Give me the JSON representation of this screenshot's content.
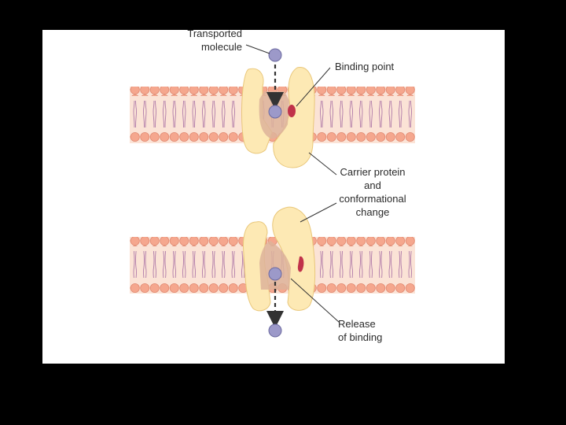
{
  "labels": {
    "transported_line1": "Transported",
    "transported_line2": "molecule",
    "binding_point": "Binding point",
    "carrier_line1": "Carrier protein",
    "carrier_line2": "and",
    "carrier_line3": "conformational",
    "carrier_line4": "change",
    "release_line1": "Release",
    "release_line2": "of binding"
  },
  "colors": {
    "background": "#000000",
    "panel": "#ffffff",
    "phospholipid_head": "#f5a78e",
    "lipid_band": "#fbe3d6",
    "lipid_tail": "#b07aa8",
    "carrier_protein": "#fde9b4",
    "protein_outline": "#e9c77a",
    "channel": "#ddb39a",
    "molecule": "#9c99c9",
    "binding_site": "#c0324a",
    "arrow": "#333333"
  }
}
